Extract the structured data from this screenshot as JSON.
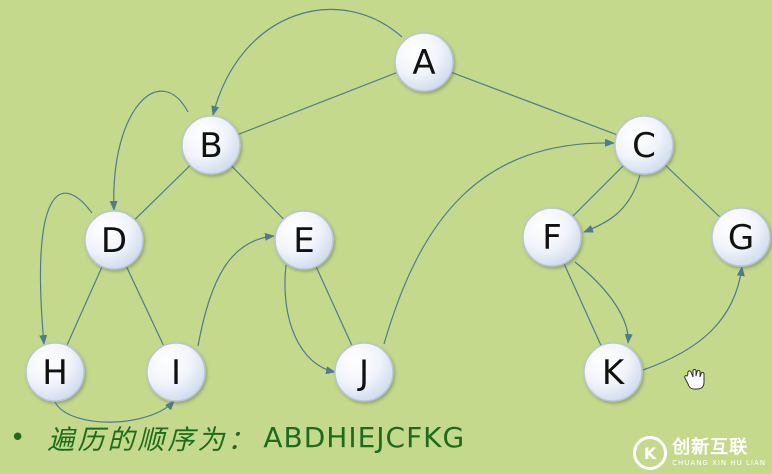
{
  "nodes": [
    {
      "id": "A",
      "label": "A"
    },
    {
      "id": "B",
      "label": "B"
    },
    {
      "id": "C",
      "label": "C"
    },
    {
      "id": "D",
      "label": "D"
    },
    {
      "id": "E",
      "label": "E"
    },
    {
      "id": "F",
      "label": "F"
    },
    {
      "id": "G",
      "label": "G"
    },
    {
      "id": "H",
      "label": "H"
    },
    {
      "id": "I",
      "label": "I"
    },
    {
      "id": "J",
      "label": "J"
    },
    {
      "id": "K",
      "label": "K"
    }
  ],
  "tree_edges": [
    [
      "A",
      "B"
    ],
    [
      "A",
      "C"
    ],
    [
      "B",
      "D"
    ],
    [
      "B",
      "E"
    ],
    [
      "C",
      "F"
    ],
    [
      "C",
      "G"
    ],
    [
      "D",
      "H"
    ],
    [
      "D",
      "I"
    ],
    [
      "E",
      "J"
    ],
    [
      "F",
      "K"
    ]
  ],
  "traversal_arrows": [
    [
      "A",
      "B"
    ],
    [
      "B",
      "D"
    ],
    [
      "D",
      "H"
    ],
    [
      "H",
      "I"
    ],
    [
      "I",
      "E"
    ],
    [
      "E",
      "J"
    ],
    [
      "J",
      "C"
    ],
    [
      "C",
      "F"
    ],
    [
      "F",
      "K"
    ],
    [
      "K",
      "G"
    ]
  ],
  "caption": {
    "bullet": "•",
    "label": "遍历的顺序为：",
    "value": "ABDHIEJCFKG"
  },
  "watermark": {
    "logo_glyph": "K",
    "name_cn": "创新互联",
    "name_en": "CHUANG XIN HU LIAN"
  },
  "colors": {
    "background": "#c5d98d",
    "edge": "#4f7b8e",
    "caption": "#1d6b1d"
  },
  "icons": [
    "bullet-icon",
    "hand-cursor-icon",
    "logo-icon"
  ]
}
